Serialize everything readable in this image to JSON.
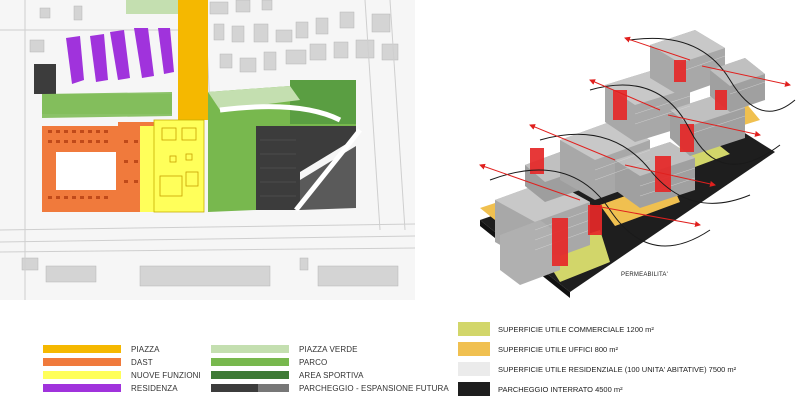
{
  "legend_left": {
    "items": [
      {
        "label": "PIAZZA",
        "color": "#f5b800"
      },
      {
        "label": "DAST",
        "color": "#f07a3c"
      },
      {
        "label": "NUOVE FUNZIONI",
        "color": "#ffff5a"
      },
      {
        "label": "RESIDENZA",
        "color": "#a033dc"
      },
      {
        "label": "PIAZZA VERDE",
        "color": "#c4dfb0"
      },
      {
        "label": "PARCO",
        "color": "#78b84e"
      },
      {
        "label": "AREA SPORTIVA",
        "color": "#3e7a36"
      },
      {
        "label": "PARCHEGGIO - ESPANSIONE FUTURA",
        "color": "#3c3c3c"
      }
    ]
  },
  "legend_right": {
    "items": [
      {
        "label": "SUPERFICIE UTILE COMMERCIALE 1200 m²",
        "color": "#d2d66a"
      },
      {
        "label": "SUPERFICIE UTILE UFFICI 800 m²",
        "color": "#f0c050"
      },
      {
        "label": "SUPERFICIE UTILE RESIDENZIALE (100 UNITA' ABITATIVE) 7500 m²",
        "color": "#ebebeb"
      },
      {
        "label": "PARCHEGGIO INTERRATO 4500 m²",
        "color": "#1e1e1e"
      }
    ]
  },
  "axonometric": {
    "permeability_label": "PERMEABILITA'"
  }
}
